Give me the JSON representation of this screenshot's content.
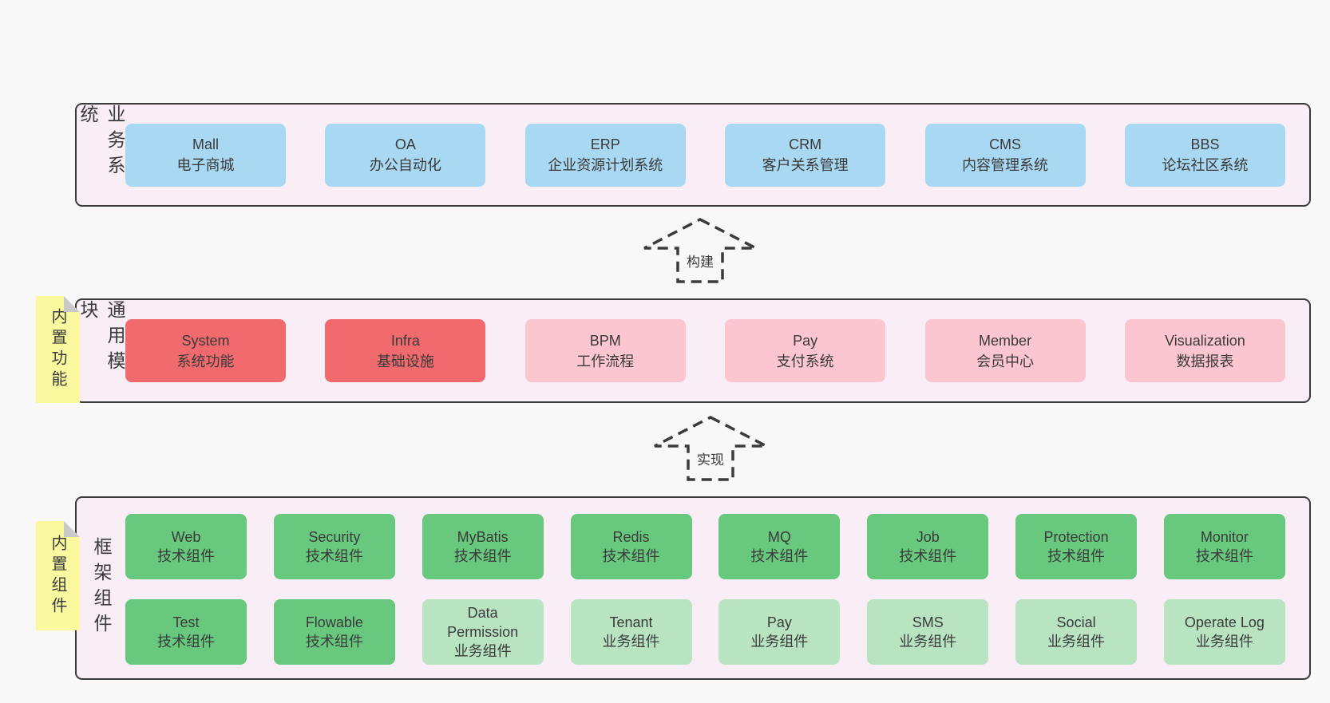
{
  "colors": {
    "page-bg": "#f8f8f8",
    "panel-bg": "#f9edf6",
    "panel-border": "#3b3b3b",
    "blue-box": "#a9d8f3",
    "red-box": "#f16a6e",
    "pink-box": "#fbc6d0",
    "green-box": "#68c87e",
    "light-green-box": "#b9e4c2",
    "note-yellow": "#fbf9a0",
    "note-fold": "#c9c9c9",
    "text": "#3a3a3a"
  },
  "arrows": {
    "build": "构建",
    "implement": "实现"
  },
  "layers": {
    "business": {
      "side_label": "业务系统",
      "boxes": [
        {
          "title": "Mall",
          "subtitle": "电子商城"
        },
        {
          "title": "OA",
          "subtitle": "办公自动化"
        },
        {
          "title": "ERP",
          "subtitle": "企业资源计划系统"
        },
        {
          "title": "CRM",
          "subtitle": "客户关系管理"
        },
        {
          "title": "CMS",
          "subtitle": "内容管理系统"
        },
        {
          "title": "BBS",
          "subtitle": "论坛社区系统"
        }
      ]
    },
    "modules": {
      "side_label": "通用模块",
      "note": "内置功能",
      "boxes": [
        {
          "title": "System",
          "subtitle": "系统功能",
          "variant": "red"
        },
        {
          "title": "Infra",
          "subtitle": "基础设施",
          "variant": "red"
        },
        {
          "title": "BPM",
          "subtitle": "工作流程",
          "variant": "pink"
        },
        {
          "title": "Pay",
          "subtitle": "支付系统",
          "variant": "pink"
        },
        {
          "title": "Member",
          "subtitle": "会员中心",
          "variant": "pink"
        },
        {
          "title": "Visualization",
          "subtitle": "数据报表",
          "variant": "pink"
        }
      ]
    },
    "components": {
      "side_label": "框架组件",
      "note": "内置组件",
      "row1": [
        {
          "title": "Web",
          "subtitle": "技术组件",
          "variant": "green"
        },
        {
          "title": "Security",
          "subtitle": "技术组件",
          "variant": "green"
        },
        {
          "title": "MyBatis",
          "subtitle": "技术组件",
          "variant": "green"
        },
        {
          "title": "Redis",
          "subtitle": "技术组件",
          "variant": "green"
        },
        {
          "title": "MQ",
          "subtitle": "技术组件",
          "variant": "green"
        },
        {
          "title": "Job",
          "subtitle": "技术组件",
          "variant": "green"
        },
        {
          "title": "Protection",
          "subtitle": "技术组件",
          "variant": "green"
        },
        {
          "title": "Monitor",
          "subtitle": "技术组件",
          "variant": "green"
        }
      ],
      "row2": [
        {
          "title": "Test",
          "subtitle": "技术组件",
          "variant": "green"
        },
        {
          "title": "Flowable",
          "subtitle": "技术组件",
          "variant": "green"
        },
        {
          "title": "Data Permission",
          "subtitle": "业务组件",
          "variant": "light-green"
        },
        {
          "title": "Tenant",
          "subtitle": "业务组件",
          "variant": "light-green"
        },
        {
          "title": "Pay",
          "subtitle": "业务组件",
          "variant": "light-green"
        },
        {
          "title": "SMS",
          "subtitle": "业务组件",
          "variant": "light-green"
        },
        {
          "title": "Social",
          "subtitle": "业务组件",
          "variant": "light-green"
        },
        {
          "title": "Operate Log",
          "subtitle": "业务组件",
          "variant": "light-green"
        }
      ]
    }
  }
}
